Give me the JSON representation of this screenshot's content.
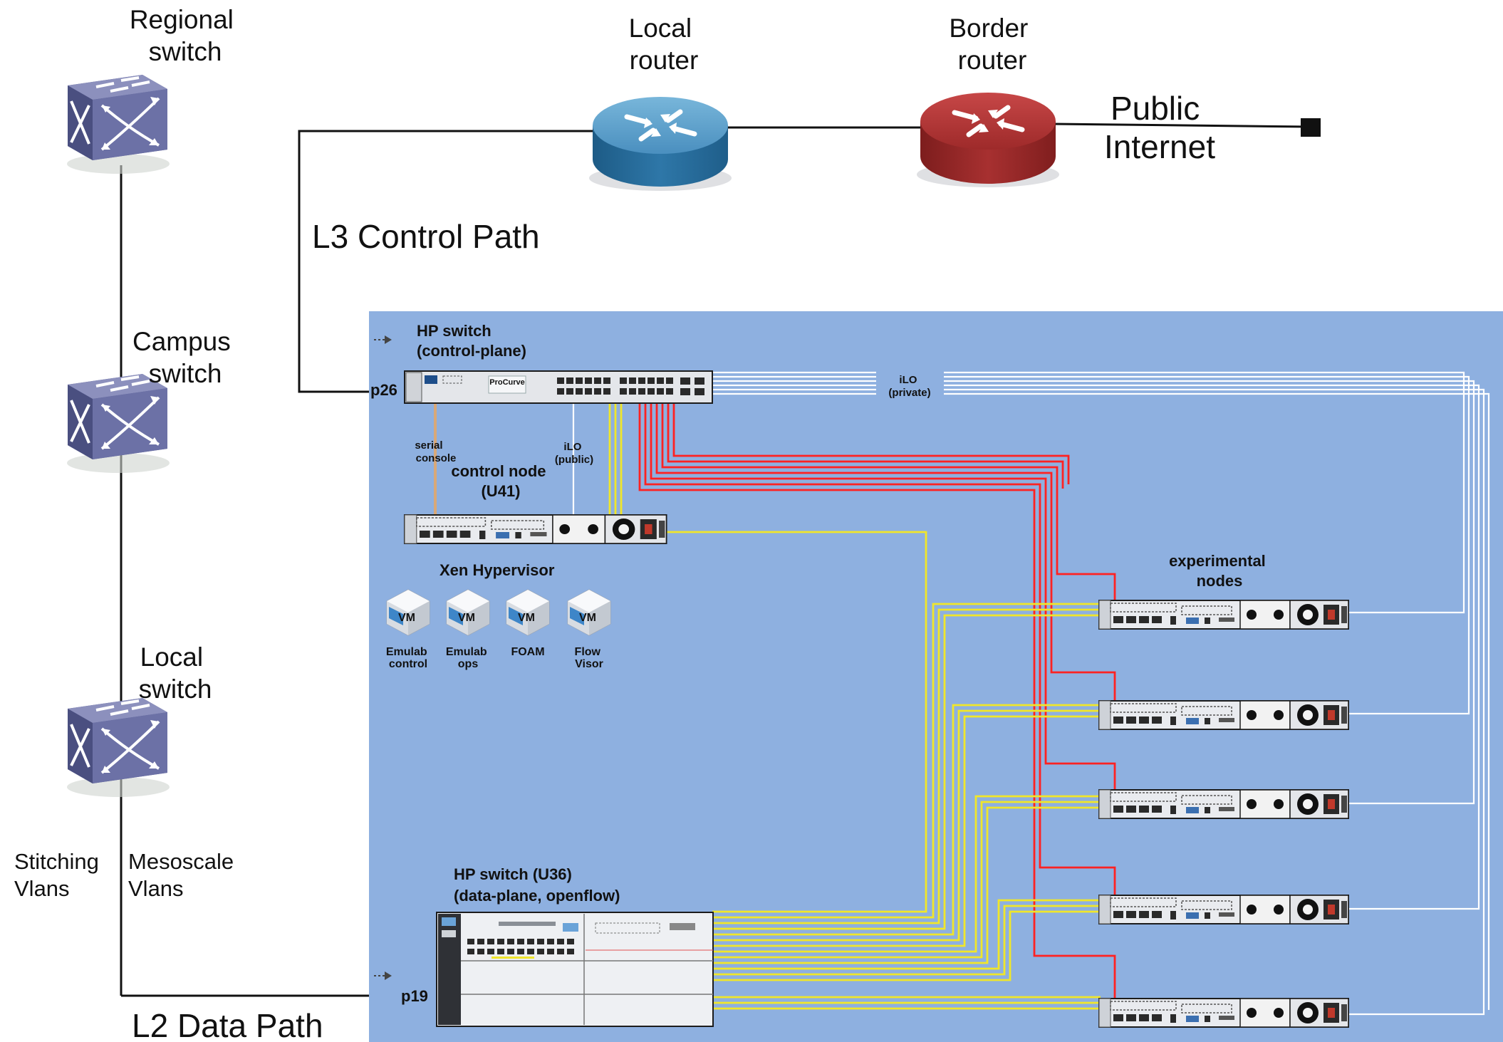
{
  "labels": {
    "regional_switch": [
      "Regional",
      "switch"
    ],
    "campus_switch": [
      "Campus",
      "switch"
    ],
    "local_switch": [
      "Local",
      "switch"
    ],
    "local_router": [
      "Local",
      "router"
    ],
    "border_router": [
      "Border",
      "router"
    ],
    "public_internet": [
      "Public",
      "Internet"
    ],
    "l3_control_path": "L3 Control Path",
    "l2_data_path": "L2 Data Path",
    "stitching_vlans": [
      "Stitching",
      "Vlans"
    ],
    "mesoscale_vlans": [
      "Mesoscale",
      "Vlans"
    ]
  },
  "rack": {
    "hp_switch_control": [
      "HP switch",
      "(control-plane)"
    ],
    "port_p26": "p26",
    "procurve": "ProCurve",
    "ilo_private": [
      "iLO",
      "(private)"
    ],
    "serial_console": [
      "serial",
      "console"
    ],
    "ilo_public": [
      "iLO",
      "(public)"
    ],
    "control_node": [
      "control node",
      "(U41)"
    ],
    "xen_hypervisor": "Xen Hypervisor",
    "vms": [
      {
        "badge": "VM",
        "label": [
          "Emulab",
          "control"
        ]
      },
      {
        "badge": "VM",
        "label": [
          "Emulab",
          "ops"
        ]
      },
      {
        "badge": "VM",
        "label": [
          "FOAM"
        ]
      },
      {
        "badge": "VM",
        "label": [
          "Flow",
          "Visor"
        ]
      }
    ],
    "experimental_nodes": [
      "experimental",
      "nodes"
    ],
    "hp_switch_data": [
      "HP switch (U36)",
      "(data-plane, openflow)"
    ],
    "port_p19": "p19"
  },
  "colors": {
    "rack_bg": "#8eb0e0",
    "control_link": "#f0e62a",
    "data_link": "#ff2222",
    "ilo_link": "#ffffff",
    "serial_link": "#d9a878",
    "local_router": "#2c6d9b",
    "border_router": "#a32828",
    "switch_icon": "#6a6fa0"
  }
}
